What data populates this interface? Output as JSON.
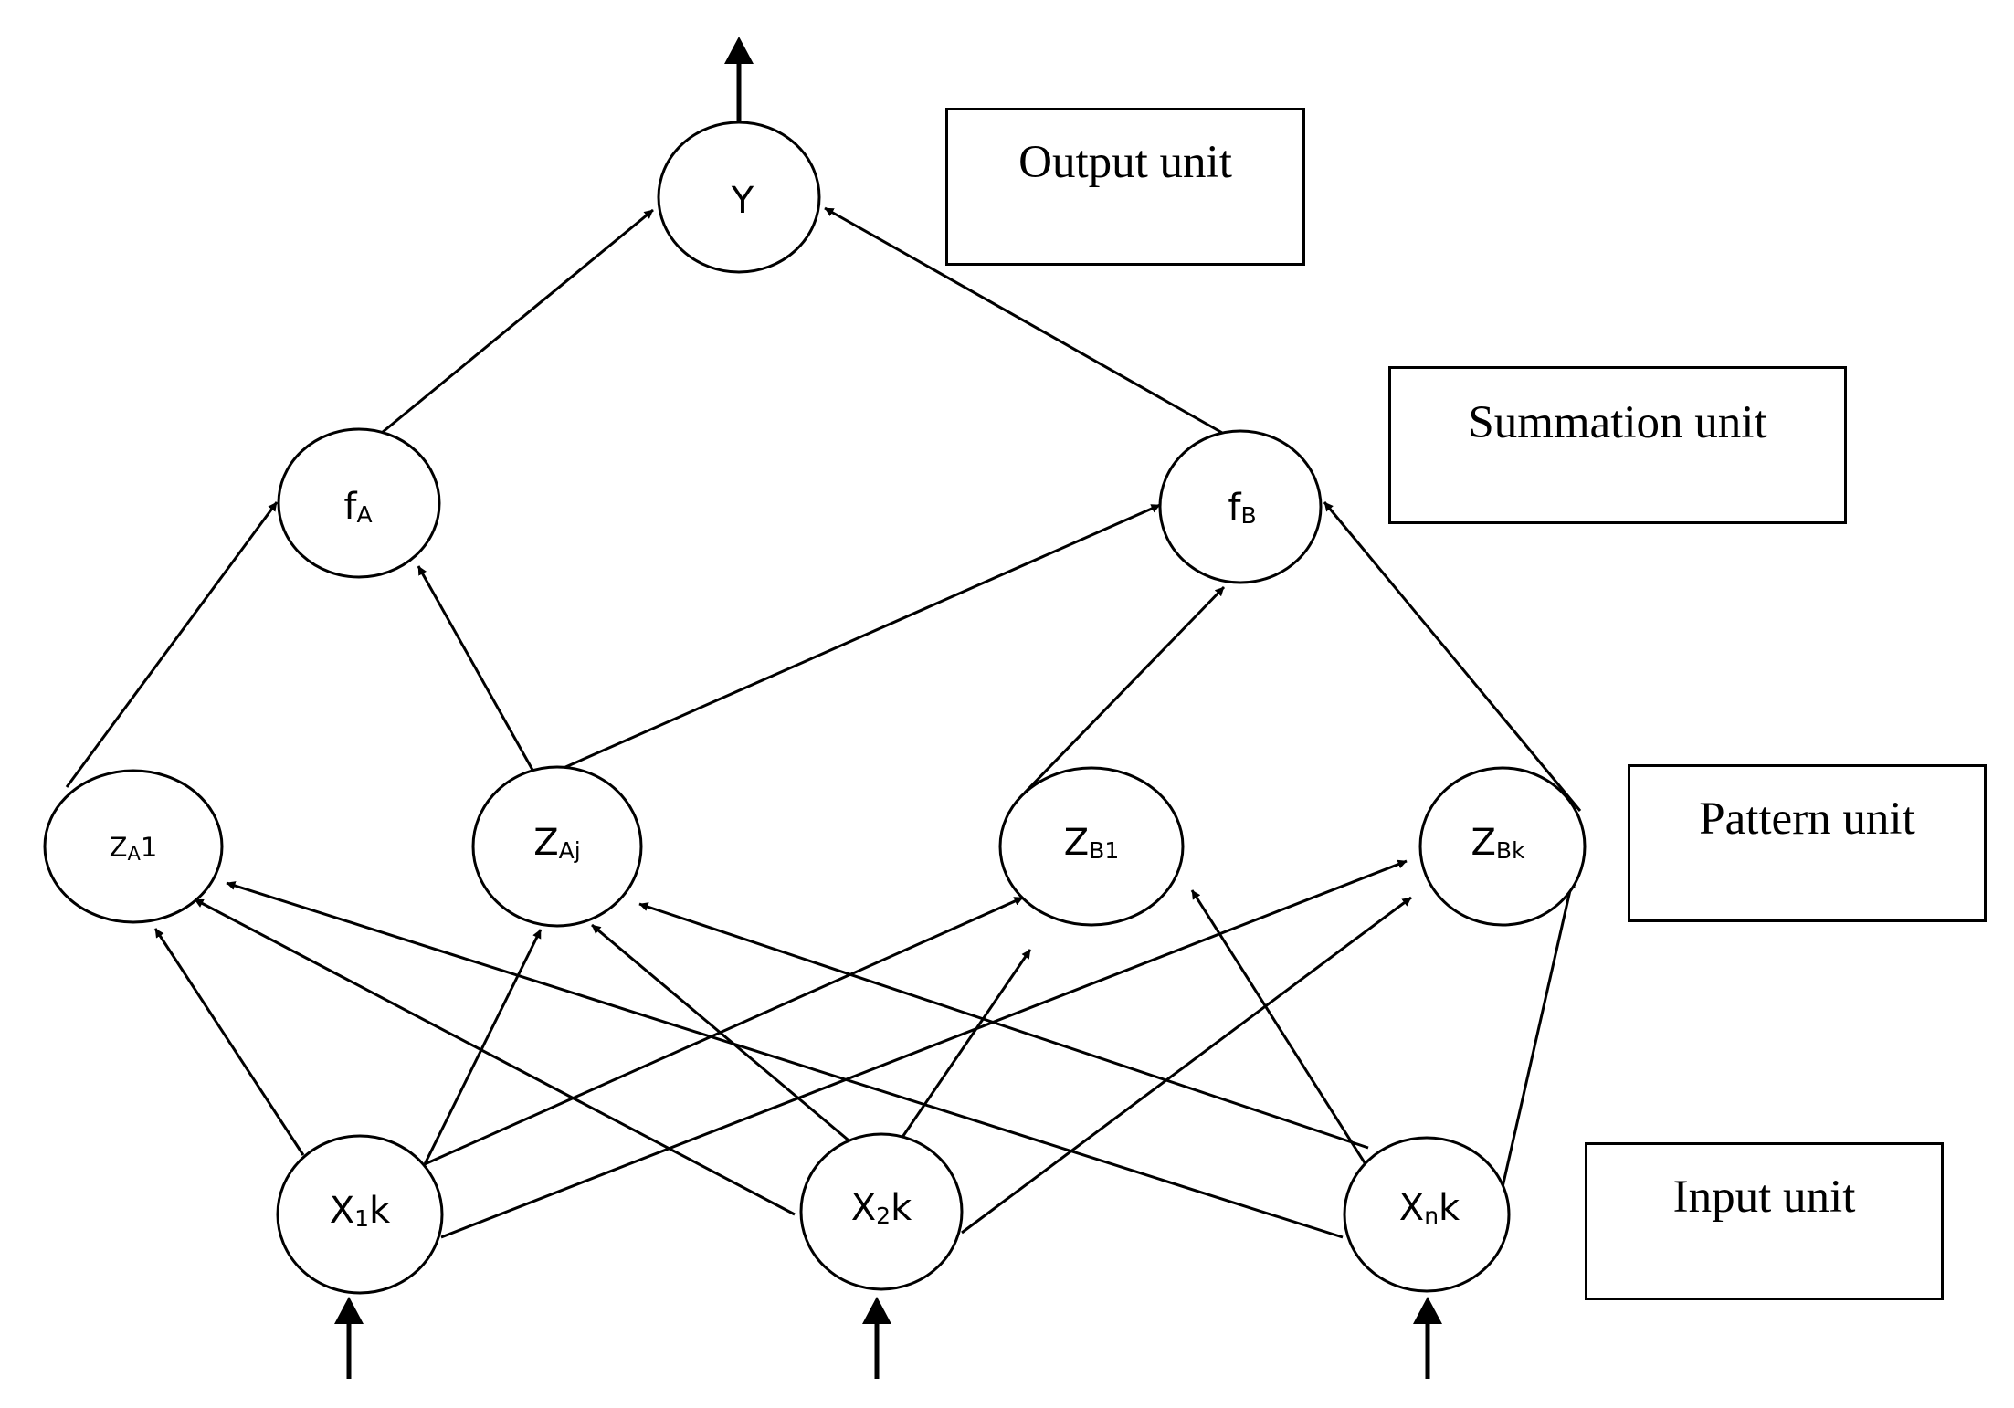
{
  "layer_labels": {
    "output": "Output unit",
    "summation": "Summation unit",
    "pattern": "Pattern unit",
    "input": "Input unit"
  },
  "nodes": {
    "y": {
      "main": "Y",
      "sub": ""
    },
    "fa": {
      "main": "f",
      "sub": "A"
    },
    "fb": {
      "main": "f",
      "sub": "B"
    },
    "za1": {
      "main": "Z",
      "sub": "A",
      "tail": "1"
    },
    "zaj": {
      "main": "Z",
      "sub": "Aj"
    },
    "zb1": {
      "main": "Z",
      "sub": "B1"
    },
    "zbk": {
      "main": "Z",
      "sub": "Bk"
    },
    "x1": {
      "main": "X",
      "sub": "1",
      "tail": "k"
    },
    "x2": {
      "main": "X",
      "sub": "2",
      "tail": "k"
    },
    "xn": {
      "main": "X",
      "sub": "n",
      "tail": "k"
    }
  },
  "colors": {
    "stroke": "#000000",
    "background": "#ffffff"
  }
}
